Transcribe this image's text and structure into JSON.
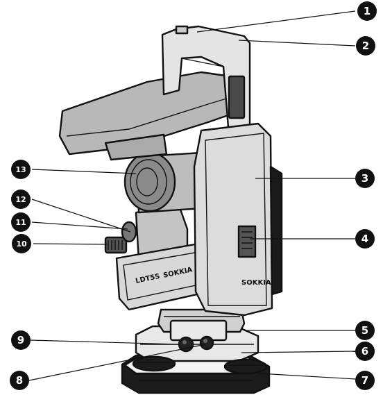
{
  "figure": {
    "subject": "theodolite",
    "brand_marks": [
      "SOKKIA",
      "SOKKIA"
    ],
    "model_mark": "LDT5S"
  },
  "callouts": [
    {
      "number": "1"
    },
    {
      "number": "2"
    },
    {
      "number": "3"
    },
    {
      "number": "4"
    },
    {
      "number": "5"
    },
    {
      "number": "6"
    },
    {
      "number": "7"
    },
    {
      "number": "8"
    },
    {
      "number": "9"
    },
    {
      "number": "10"
    },
    {
      "number": "11"
    },
    {
      "number": "12"
    },
    {
      "number": "13"
    }
  ]
}
